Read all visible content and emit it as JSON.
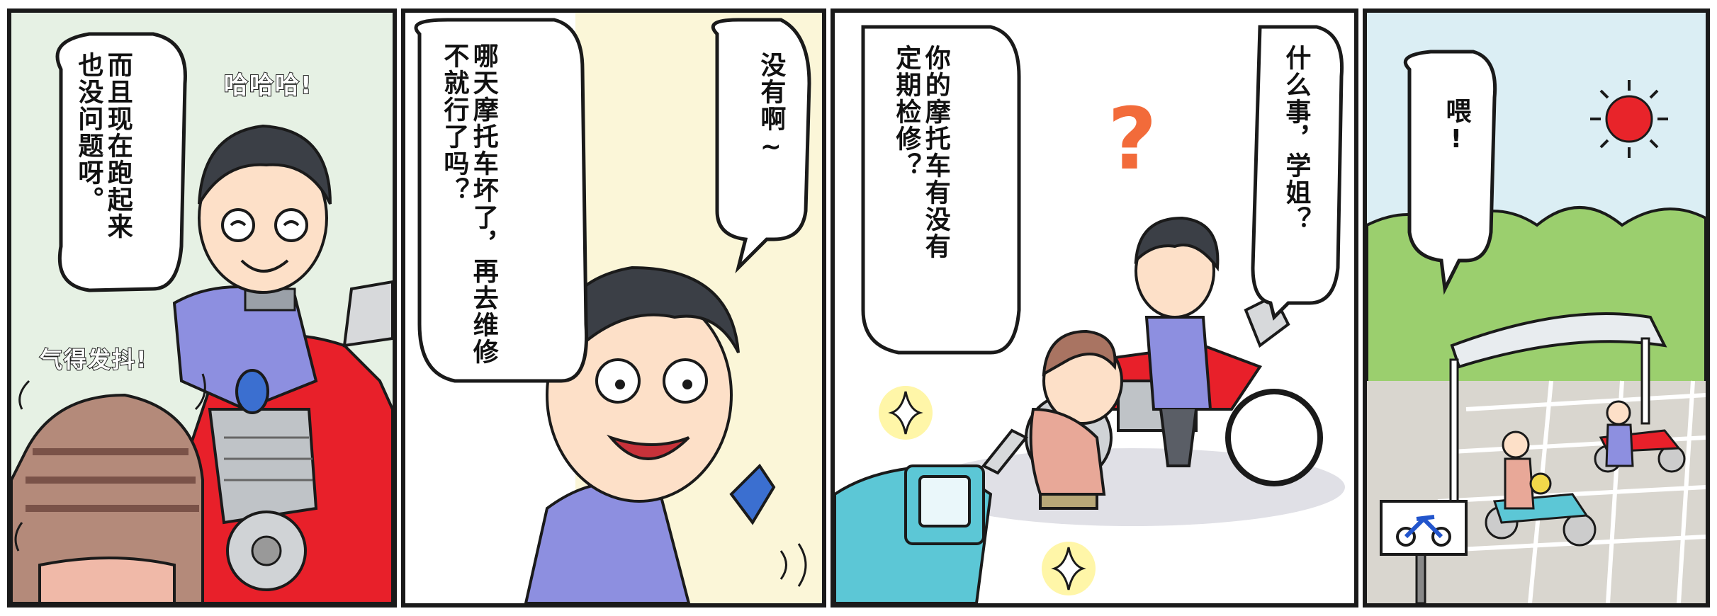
{
  "panels": [
    {
      "bubble_lines": [
        "而且现在跑起来",
        "也没问题呀。"
      ],
      "sfx_laugh": "哈哈哈!",
      "sfx_angry": "气得发抖!"
    },
    {
      "bubble_left_lines": [
        "哪天摩托车坏了，再去维修",
        "不就行了吗？"
      ],
      "bubble_right": "没有啊~"
    },
    {
      "bubble_left_lines": [
        "你的摩托车有没有",
        "定期检修？"
      ],
      "bubble_right": "什么事，学姐？",
      "question_mark": "?"
    },
    {
      "bubble": "喂!"
    }
  ],
  "colors": {
    "panel1_bg": "#e6f1e4",
    "panel2_bg": "#fbf6d8",
    "panel4_sky": "#dbeef4",
    "motorcycle_red": "#e8202a",
    "motorcycle_teal": "#5cc7d6",
    "jacket_blue": "#8d8fe0",
    "question_orange": "#f26b3a",
    "sun_red": "#e8242a"
  },
  "icons": [
    "sparkle-icon",
    "sun-icon",
    "motorcycle-parking-sign-icon"
  ]
}
